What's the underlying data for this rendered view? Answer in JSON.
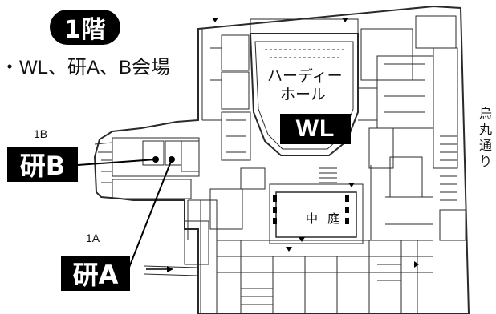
{
  "floor_label": "1階",
  "venues_text": "・WL、研A、B会場",
  "hall_line1": "ハーディー",
  "hall_line2": "ホール",
  "hall_tag": "WL",
  "room_b_small": "1B",
  "room_b_tag": "研B",
  "room_a_small": "1A",
  "room_a_tag": "研A",
  "courtyard_1": "中",
  "courtyard_2": "庭",
  "street_label": "烏丸通り",
  "colors": {
    "lines": "#2a2a2a",
    "labels_bg": "#000000",
    "labels_fg": "#ffffff"
  }
}
